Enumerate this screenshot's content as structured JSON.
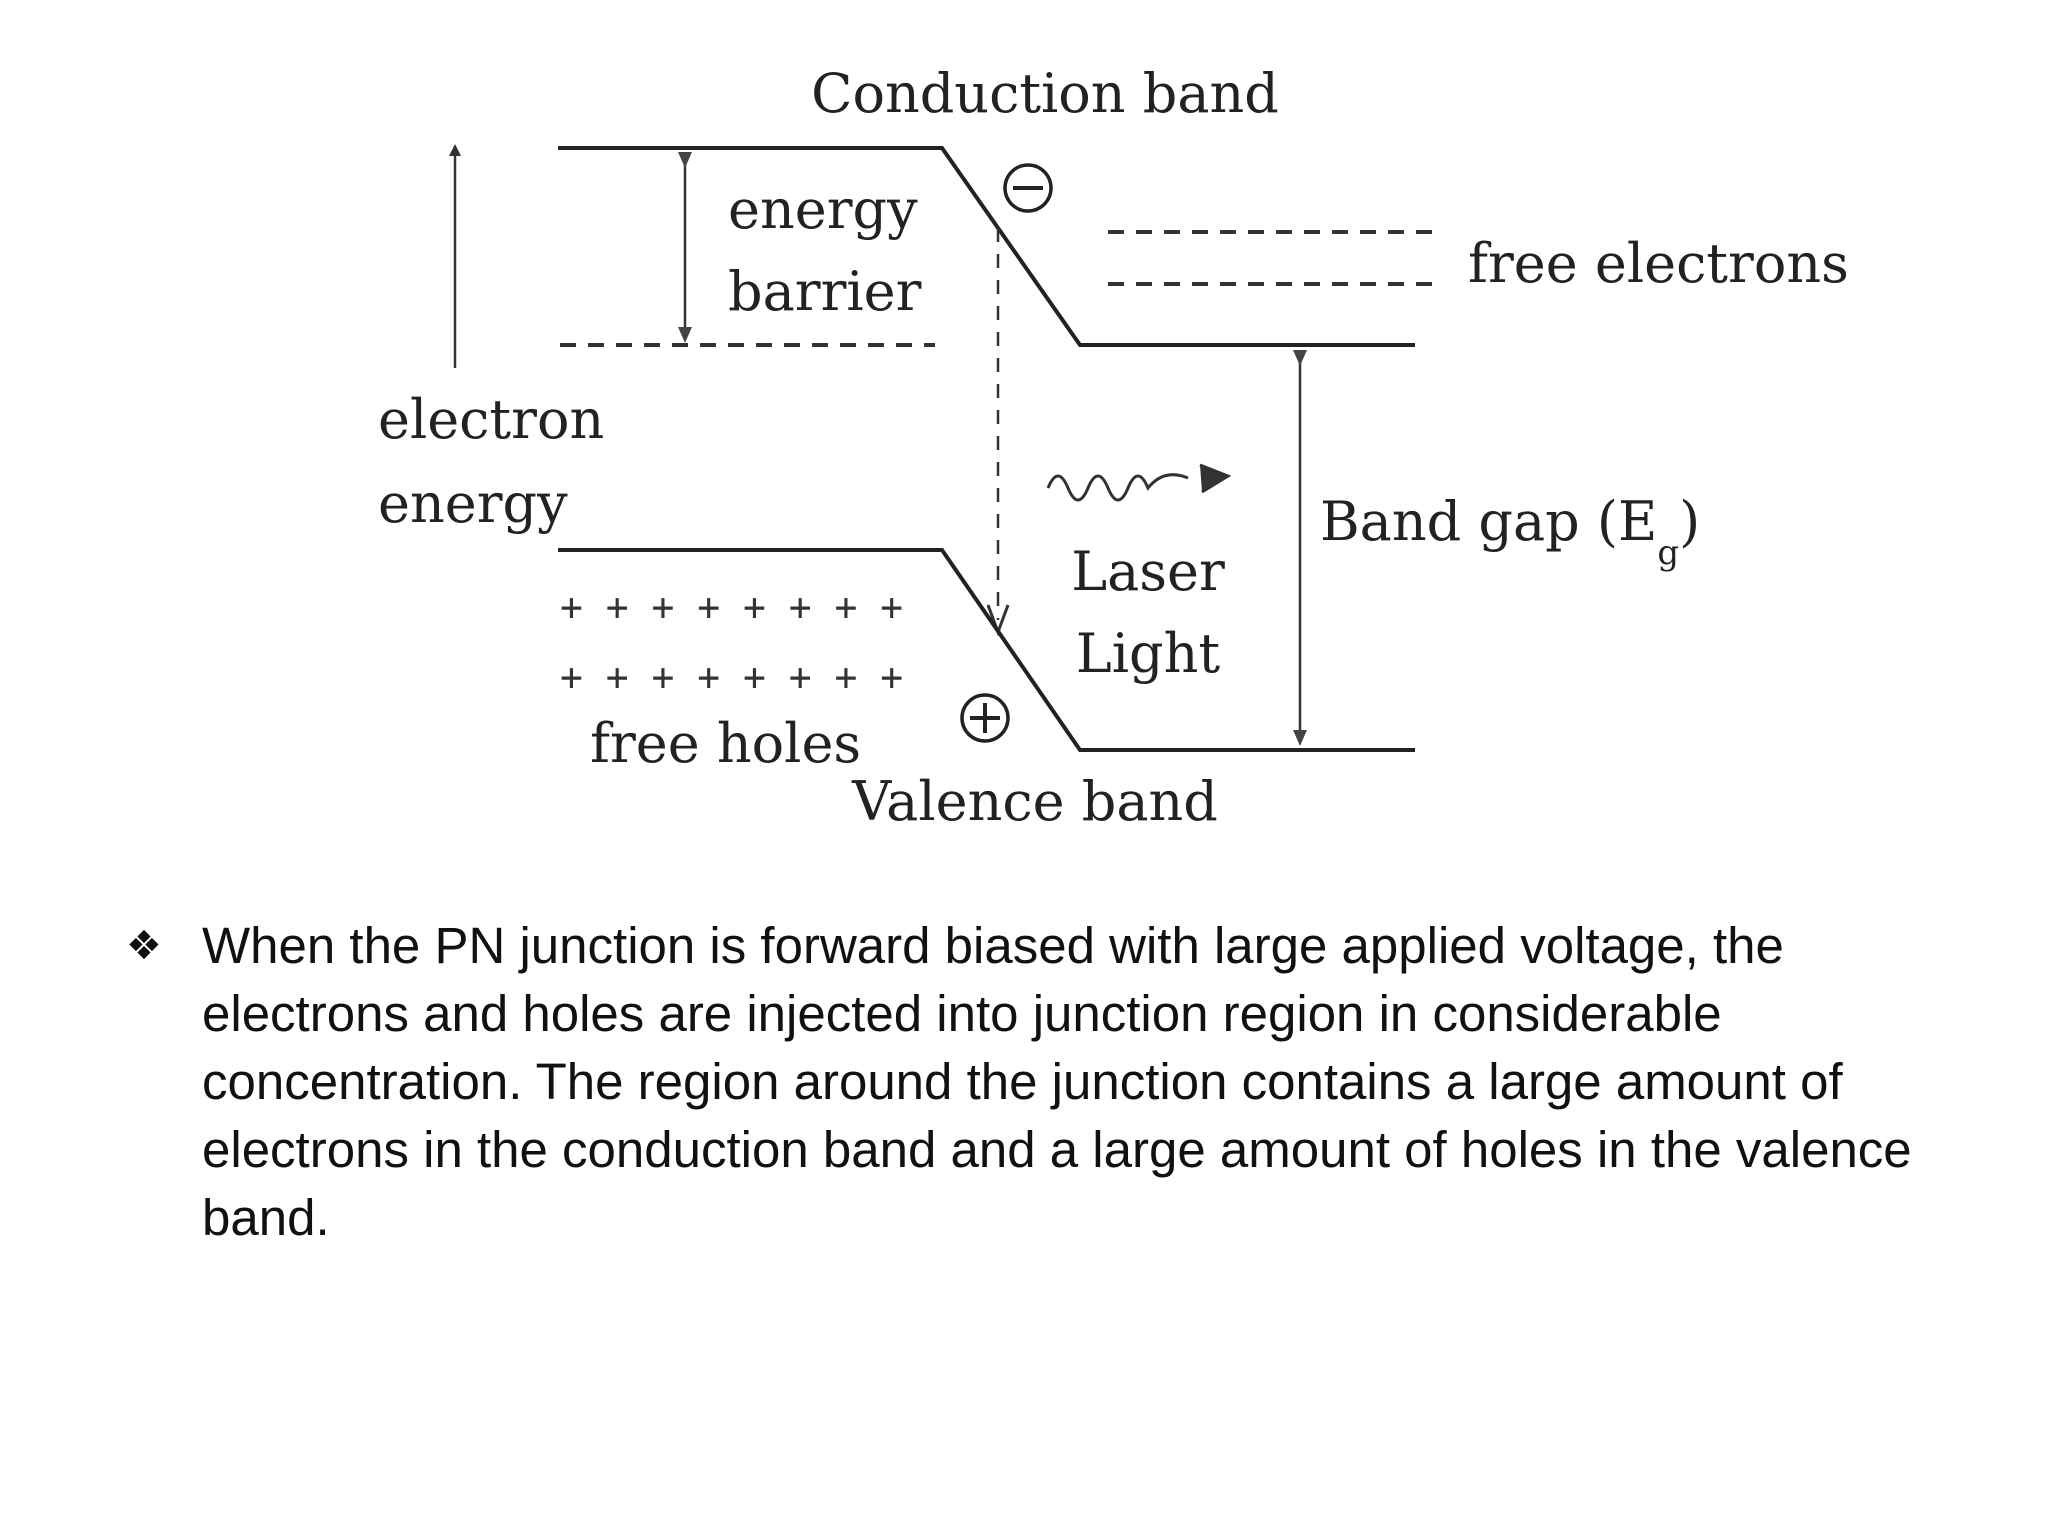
{
  "diagram": {
    "conduction_band": "Conduction band",
    "valence_band": "Valence band",
    "energy_barrier_line1": "energy",
    "energy_barrier_line2": "barrier",
    "free_electrons": "free electrons",
    "electron_energy_line1": "electron",
    "electron_energy_line2": "energy",
    "band_gap": "Band gap (E",
    "band_gap_subscript": "g",
    "band_gap_close": ")",
    "laser_line1": "Laser",
    "laser_line2": "Light",
    "free_holes": "free holes",
    "plus_row": "+ + + + + + + +",
    "electron_symbol": "−",
    "hole_symbol": "+"
  },
  "bullet": {
    "marker": "❖",
    "text": "When the PN junction is forward biased with large applied voltage, the electrons and holes are injected into junction region in considerable concentration. The region around the junction contains a large amount of electrons in the conduction band and a large amount of holes in the valence band."
  }
}
